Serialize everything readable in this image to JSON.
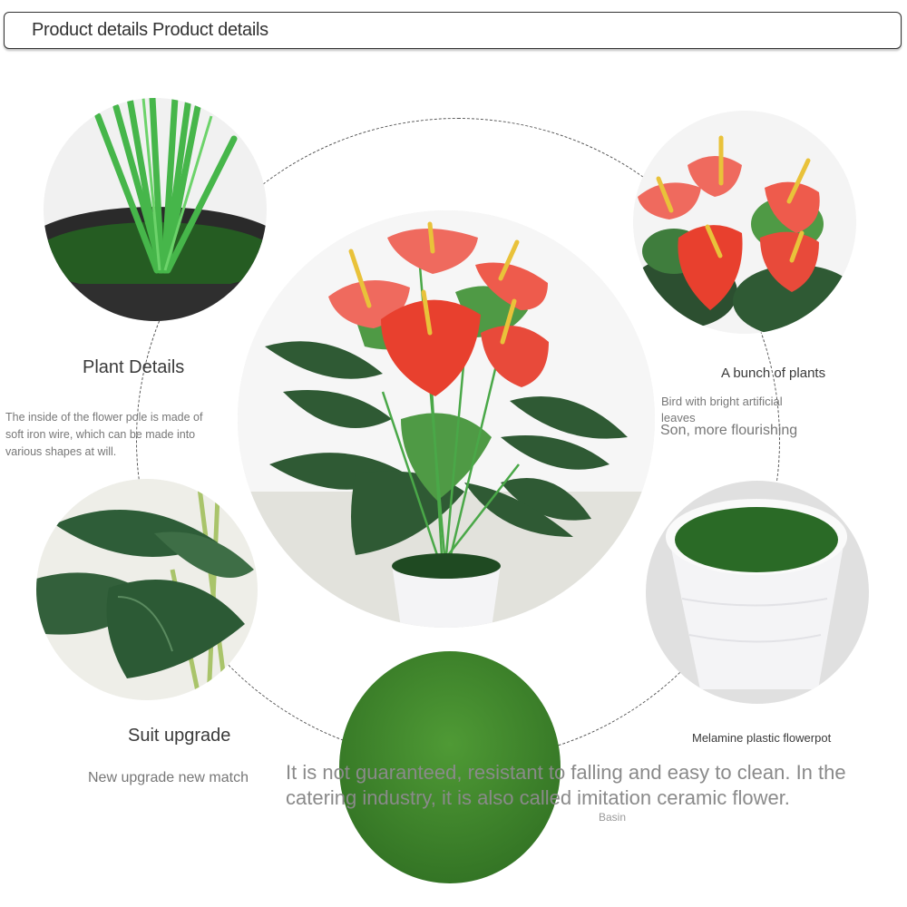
{
  "header": {
    "title": "Product details Product details"
  },
  "features": {
    "plant_details": {
      "title": "Plant Details",
      "description": "The inside of the flower pole is made of soft iron wire, which can be made into various shapes at will."
    },
    "bunch_of_plants": {
      "title": "A bunch of plants",
      "description_line1": "Bird with bright artificial leaves",
      "description_line2": "Son, more flourishing"
    },
    "suit_upgrade": {
      "title": "Suit upgrade",
      "description": "New upgrade new match"
    },
    "flowerpot": {
      "title": "Melamine plastic flowerpot"
    },
    "basin": {
      "description": "It is not guaranteed, resistant to falling and easy to clean. In the catering industry, it is also called imitation ceramic flower.",
      "label": "Basin"
    }
  },
  "colors": {
    "flower_red": "#e8402e",
    "flower_pink": "#ef6a5e",
    "spadix_yellow": "#e9c23a",
    "leaf_dark": "#2f5a34",
    "leaf_light": "#4f9a45",
    "grass": "#3f8a2a",
    "pot_white": "#f4f4f6"
  }
}
